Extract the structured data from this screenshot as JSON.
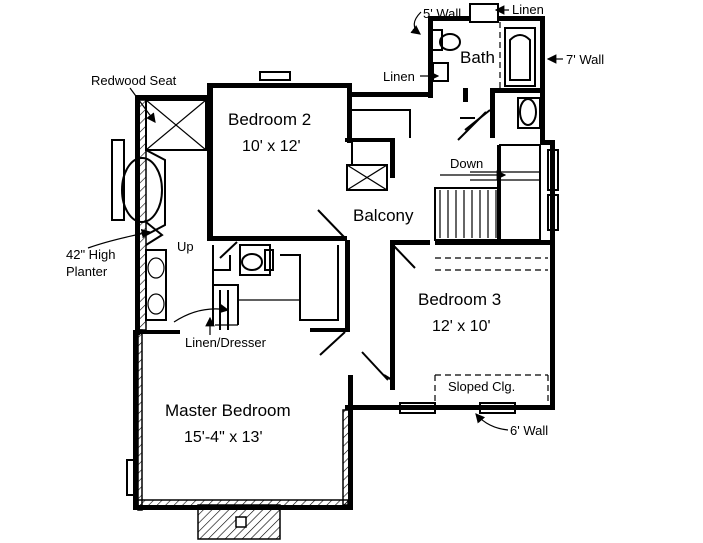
{
  "rooms": {
    "bedroom2": {
      "name": "Bedroom 2",
      "size": "10' x 12'"
    },
    "bedroom3": {
      "name": "Bedroom 3",
      "size": "12' x 10'"
    },
    "master": {
      "name": "Master Bedroom",
      "size": "15'-4\" x 13'"
    },
    "bath": {
      "name": "Bath"
    },
    "balcony": {
      "name": "Balcony"
    }
  },
  "notes": {
    "redwood_seat": "Redwood Seat",
    "planter_line1": "42\" High",
    "planter_line2": "Planter",
    "up": "Up",
    "down": "Down",
    "linen_dresser": "Linen/Dresser",
    "linen_top": "Linen",
    "linen_left": "Linen",
    "wall_5": "5' Wall",
    "wall_7": "7' Wall",
    "wall_6": "6' Wall",
    "sloped_clg": "Sloped Clg."
  }
}
